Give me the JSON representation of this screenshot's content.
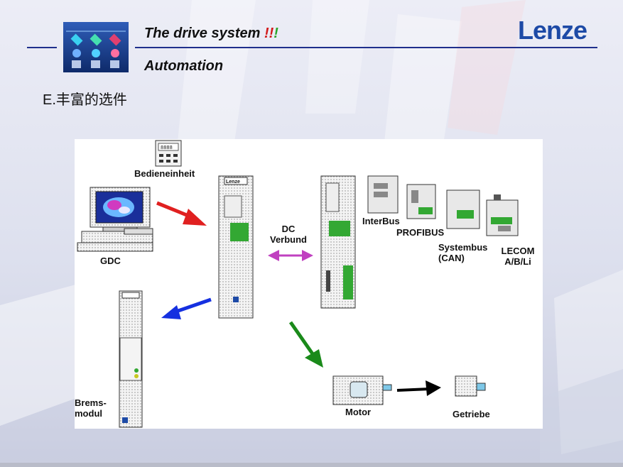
{
  "header": {
    "title": "The drive system ",
    "title_exclaim_red": "!!",
    "title_exclaim_green": "!",
    "subtitle": "Automation",
    "brand": "Lenze"
  },
  "section_heading": "E.丰富的选件",
  "diagram": {
    "labels": {
      "keypad": "Bedieneinheit",
      "gdc": "GDC",
      "dc_line1": "DC",
      "dc_line2": "Verbund",
      "interbus": "InterBus",
      "profibus": "PROFIBUS",
      "systembus_line1": "Systembus",
      "systembus_line2": "(CAN)",
      "lecom_line1": "LECOM",
      "lecom_line2": "A/B/Li",
      "brake_line1": "Brems-",
      "brake_line2": "modul",
      "motor": "Motor",
      "gearbox": "Getriebe"
    }
  },
  "colors": {
    "brand_blue": "#1d4aa6",
    "rule_blue": "#1f2f8c",
    "arrow_red": "#e02020",
    "arrow_blue": "#1530e0",
    "arrow_green": "#1a8a1a",
    "arrow_magenta": "#c040c0",
    "arrow_black": "#000000"
  }
}
